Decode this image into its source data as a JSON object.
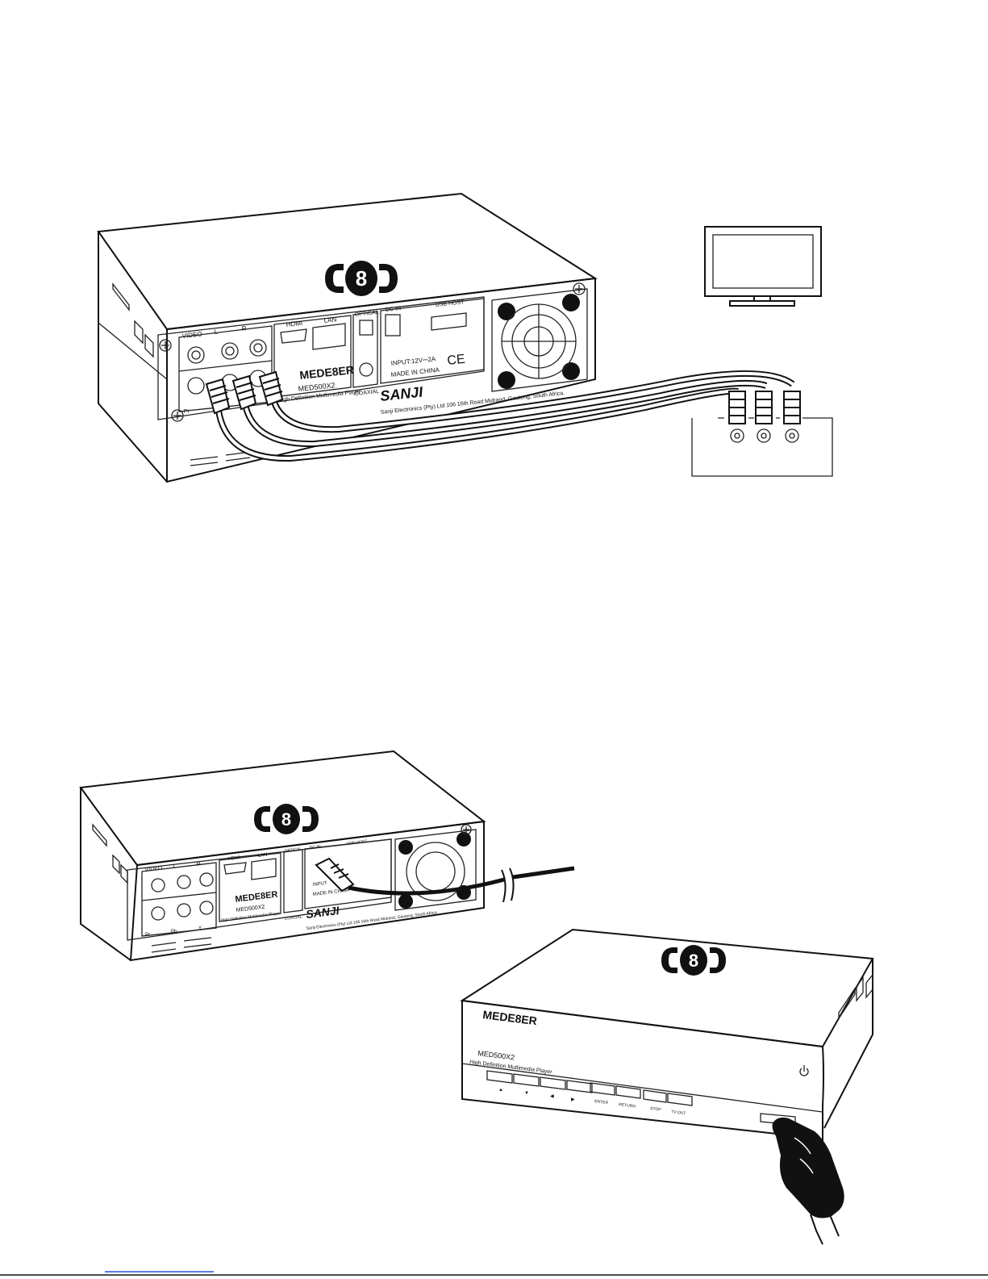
{
  "figure1": {
    "logo": "8",
    "rear_labels": {
      "video": "VIDEO",
      "l": "L",
      "r": "R",
      "hdmi": "HDMI",
      "lan": "LAN",
      "optical": "OPTICAL",
      "coaxial": "COAXIAL",
      "dc_in": "DC-IN",
      "usb_host": "USB HOST",
      "pr": "Pr",
      "input": "INPUT:12V⎓2A",
      "made_in": "MADE IN CHINA",
      "ce": "CE"
    },
    "brand": "MEDE8ER",
    "model": "MED500X2",
    "subtitle": "High Definition Multimedia Player",
    "maker": "SANJI",
    "address": "Sanji Electronics (Pty) Ltd 106 16th Road Midrand, Gauteng, South Africa."
  },
  "figure2": {
    "logo": "8",
    "rear_labels": {
      "video": "VIDEO",
      "l": "L",
      "r": "R",
      "hdmi": "HDMI",
      "lan": "LAN",
      "optical": "OPTICAL",
      "coaxial": "COAXIAL",
      "dc_in": "DC-IN",
      "usb_host": "USB HOST",
      "pr": "Pr",
      "pb": "Pb",
      "y": "Y",
      "input": "INPUT",
      "made_in": "MADE IN CHINA"
    },
    "brand": "MEDE8ER",
    "model": "MED500X2",
    "subtitle": "High Definition Multimedia Player",
    "maker": "SANJI",
    "address": "Sanji Electronics (Pty) Ltd 106 16th Road Midrand, Gauteng, South Africa."
  },
  "figure3": {
    "logo": "8",
    "brand": "MEDE8ER",
    "model": "MED500X2",
    "subtitle": "High Definition Multimedia Player",
    "buttons": {
      "up": "▲",
      "down": "▼",
      "left": "◀",
      "right": "▶",
      "enter": "ENTER",
      "return": "RETURN",
      "stop": "STOP",
      "tv_out": "TV OUT"
    },
    "power_icon": "power-icon"
  },
  "icons": [
    "tv-icon",
    "hand-pointer-icon",
    "fan-grille-icon",
    "screw-icon",
    "rca-plug-icon",
    "dc-plug-icon"
  ]
}
